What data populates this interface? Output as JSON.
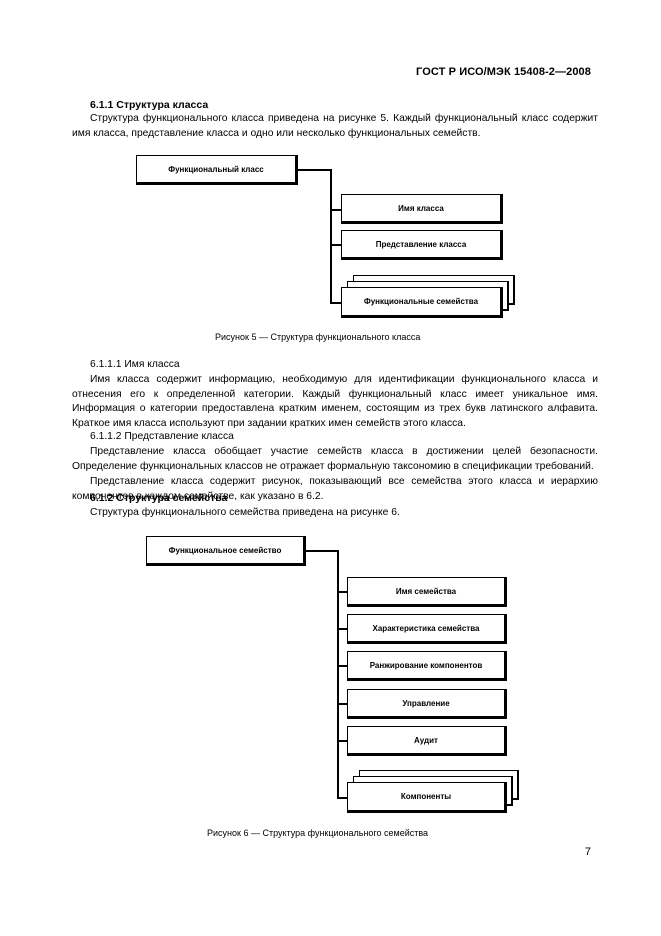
{
  "header": {
    "standard": "ГОСТ Р ИСО/МЭК 15408-2—2008"
  },
  "sec_611": {
    "title": "6.1.1 Структура класса",
    "text": "Структура функционального класса приведена на рисунке 5. Каждый функциональный класс содержит имя класса, представление класса и одно или несколько функциональных семейств."
  },
  "fig5": {
    "root": "Функциональный класс",
    "children": [
      "Имя класса",
      "Представление класса",
      "Функциональные семейства"
    ],
    "caption": "Рисунок 5 — Структура функционального класса"
  },
  "sec_6111": {
    "title": "6.1.1.1 Имя класса",
    "text": "Имя класса содержит информацию, необходимую для идентификации функционального класса и отнесения его к определенной категории. Каждый функциональный класс имеет уникальное имя. Информация о категории предоставлена кратким именем, состоящим из трех букв латинского алфавита. Краткое имя класса используют при задании кратких имен семейств этого класса."
  },
  "sec_6112": {
    "title": "6.1.1.2 Представление класса",
    "text1": "Представление класса обобщает участие семейств класса в достижении целей безопасности. Определение функциональных классов не отражает формальную таксономию в спецификации требований.",
    "text2": "Представление класса содержит рисунок, показывающий все семейства этого класса и иерархию компонентов в каждом семействе, как указано в 6.2."
  },
  "sec_612": {
    "title": "6.1.2 Структура семейства",
    "text": "Структура функционального семейства приведена на рисунке 6."
  },
  "fig6": {
    "root": "Функциональное семейство",
    "children": [
      "Имя семейства",
      "Характеристика семейства",
      "Ранжирование компонентов",
      "Управление",
      "Аудит",
      "Компоненты"
    ],
    "caption": "Рисунок 6 — Структура функционального семейства"
  },
  "page_number": "7"
}
